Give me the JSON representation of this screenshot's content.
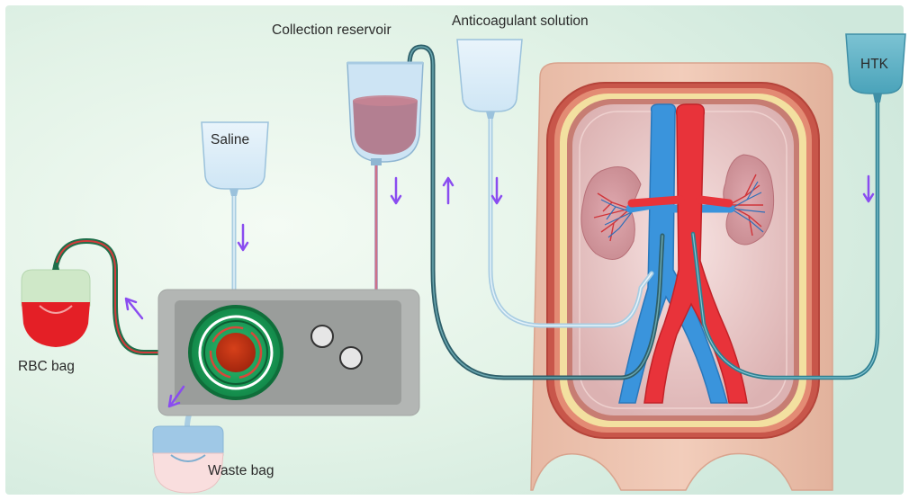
{
  "labels": {
    "collection_reservoir": "Collection reservoir",
    "anticoagulant": "Anticoagulant solution",
    "htk": "HTK",
    "saline": "Saline",
    "rbc_bag": "RBC bag",
    "waste_bag": "Waste bag"
  },
  "colors": {
    "arrow": "#8a4cf0",
    "artery": "#e8333a",
    "vein": "#2f8fd8",
    "tube_dark": "#2e5f6a",
    "centrifuge": "#1fa35c",
    "htk_fluid": "#5fb3c8"
  }
}
